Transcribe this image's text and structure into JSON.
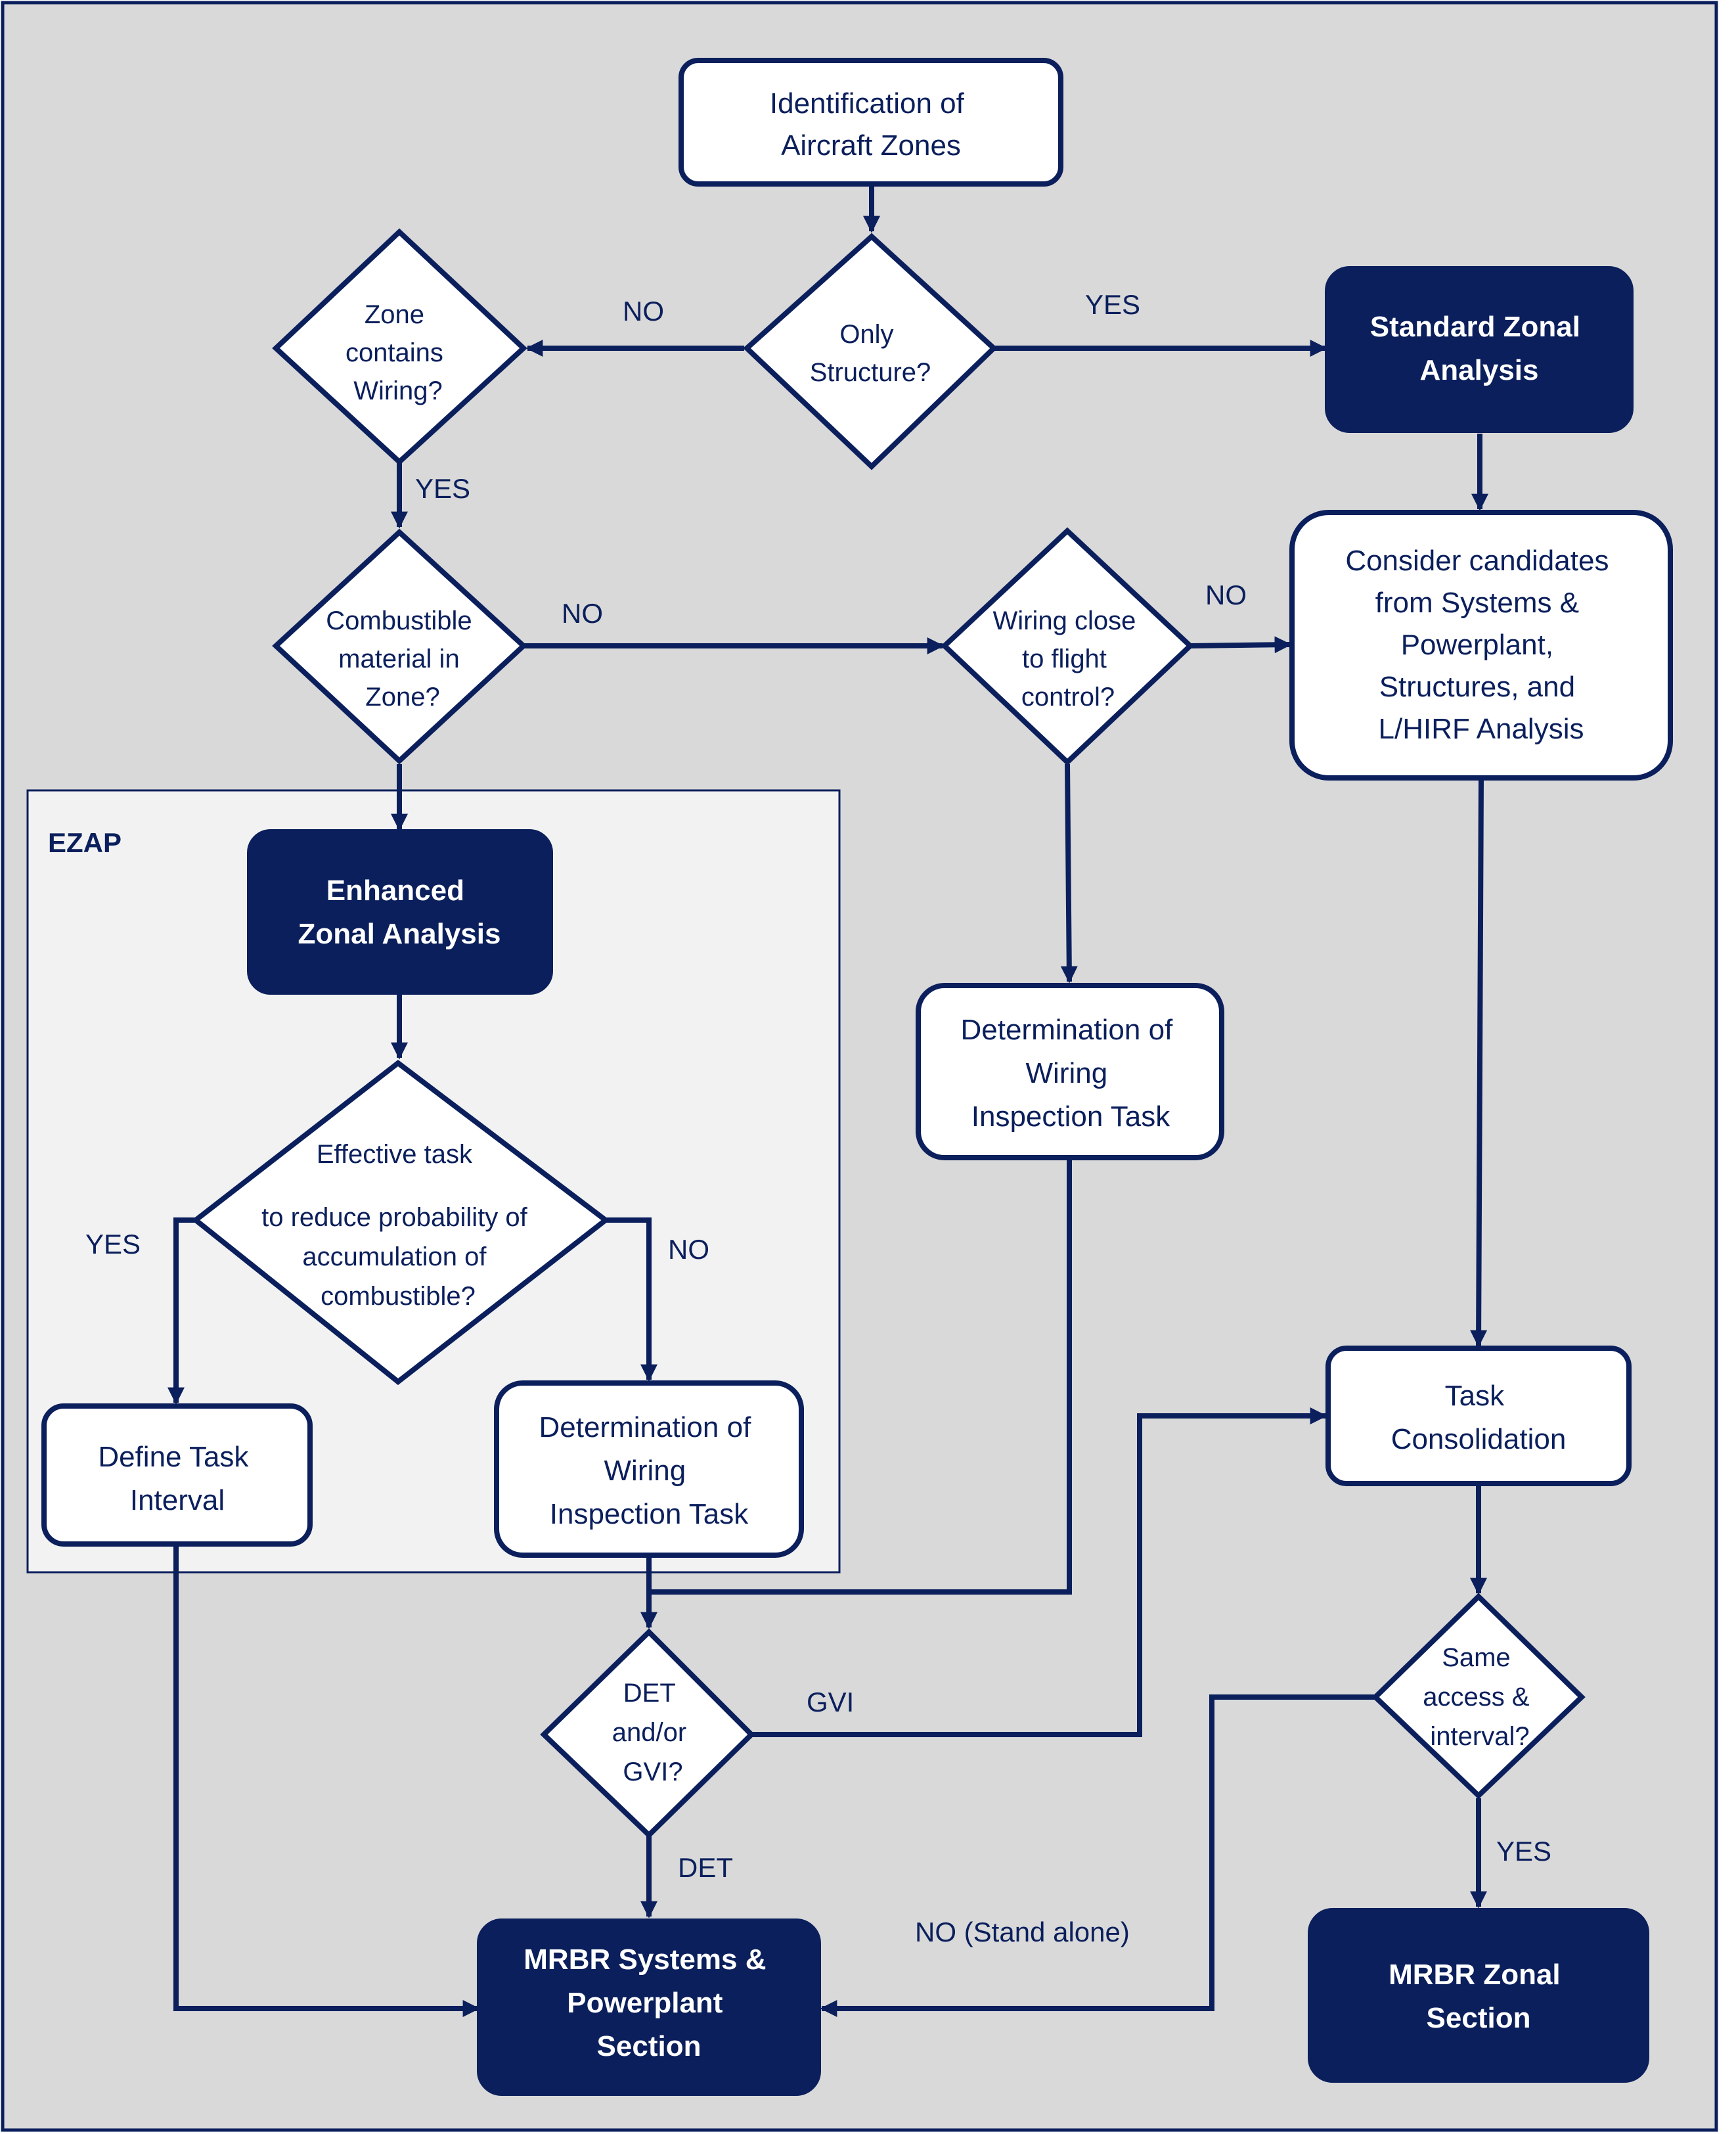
{
  "colors": {
    "background": "#d9d9d9",
    "navy": "#0b1f5c",
    "box_fill": "#ffffff",
    "ezap_fill": "#f2f2f2",
    "dark_text": "#ffffff"
  },
  "ezap": {
    "title": "EZAP"
  },
  "nodes": {
    "identification": {
      "lines": [
        "Identification of",
        "Aircraft Zones"
      ]
    },
    "only_structure": {
      "lines": [
        "Only",
        "Structure?"
      ]
    },
    "standard_zonal": {
      "lines": [
        "Standard Zonal",
        "Analysis"
      ]
    },
    "zone_wiring": {
      "lines": [
        "Zone",
        "contains",
        "Wiring?"
      ]
    },
    "combustible": {
      "lines": [
        "Combustible",
        "material in",
        "Zone?"
      ]
    },
    "wiring_close": {
      "lines": [
        "Wiring close",
        "to flight",
        "control?"
      ]
    },
    "consider": {
      "lines": [
        "Consider candidates",
        "from Systems &",
        "Powerplant,",
        "Structures, and",
        "L/HIRF Analysis"
      ]
    },
    "enhanced_zonal": {
      "lines": [
        "Enhanced",
        "Zonal Analysis"
      ]
    },
    "effective_task": {
      "lines": [
        "Effective task",
        "to reduce probability of",
        "accumulation of",
        "combustible?"
      ]
    },
    "det_wiring_right": {
      "lines": [
        "Determination of",
        "Wiring",
        "Inspection Task"
      ]
    },
    "define_task": {
      "lines": [
        "Define Task",
        "Interval"
      ]
    },
    "det_wiring_left": {
      "lines": [
        "Determination of",
        "Wiring",
        "Inspection Task"
      ]
    },
    "task_consolidation": {
      "lines": [
        "Task",
        "Consolidation"
      ]
    },
    "det_gvi": {
      "lines": [
        "DET",
        "and/or",
        "GVI?"
      ]
    },
    "same_access": {
      "lines": [
        "Same",
        "access &",
        "interval?"
      ]
    },
    "mrbr_systems": {
      "lines": [
        "MRBR Systems &",
        "Powerplant",
        "Section"
      ]
    },
    "mrbr_zonal": {
      "lines": [
        "MRBR Zonal",
        "Section"
      ]
    }
  },
  "edge_labels": {
    "no_zone": "NO",
    "yes_standard": "YES",
    "yes_combustible": "YES",
    "no_combustible": "NO",
    "no_wiring_close": "NO",
    "yes_define": "YES",
    "no_determination": "NO",
    "gvi": "GVI",
    "det": "DET",
    "yes_zonal": "YES",
    "no_stand_alone": "NO (Stand alone)"
  }
}
